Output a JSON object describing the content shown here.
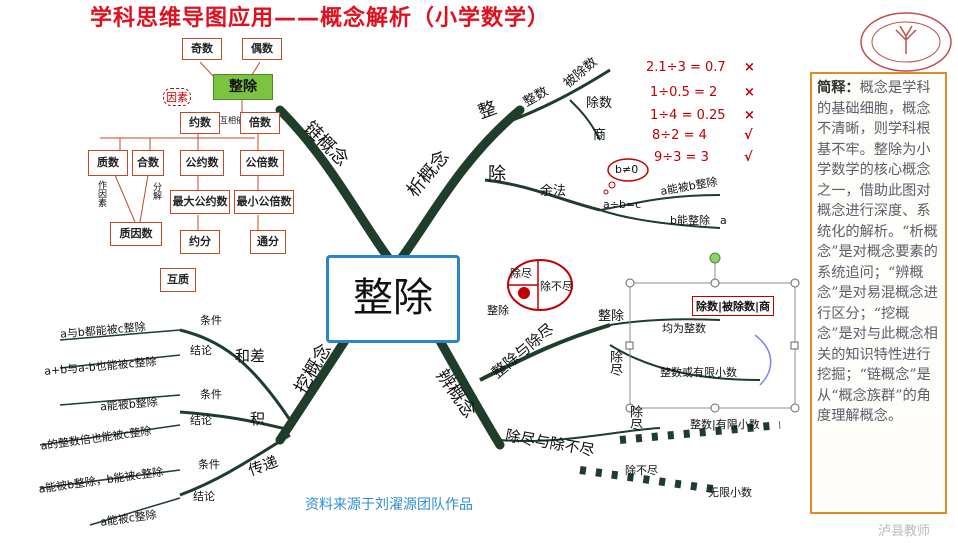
{
  "title": "学科思维导图应用——概念解析（小学数学）",
  "center": "整除",
  "source": "资料来源于刘濯源团队作品",
  "watermark": "泸县教师",
  "note": {
    "heading": "简释：",
    "body": "概念是学科的基础细胞，概念不清晰，则学科根基不牢。整除为小学数学的核心概念之一，借助此图对概念进行深度、系统化的解析。“析概念”是对概念要素的系统追问；“辨概念”是对易混概念进行区分；“挖概念”是对与此概念相关的知识特性进行挖掘；“链概念”是从“概念族群”的角度理解概念。"
  },
  "lian": {
    "branch": "链概念",
    "zhengchu": "整除",
    "yinsu": "因素",
    "ji": "奇数",
    "ou": "偶数",
    "yue": "约数",
    "huxiang": "互相依",
    "bei": "倍数",
    "zhi": "质数",
    "he": "合数",
    "zuoyinsu": "作因素",
    "fenjie": "分解",
    "zhiyin": "质因数",
    "gongyue": "公约数",
    "gongbei": "公倍数",
    "zuidagongyue": "最大公约数",
    "zuixiaogongbei": "最小公倍数",
    "yuefen": "约分",
    "tongfen": "通分",
    "huzhi": "互质"
  },
  "xi": {
    "branch": "析概念",
    "zheng": "整",
    "zhengshu": "整数",
    "beichushu": "被除数",
    "chushu": "除数",
    "shang": "商",
    "chu": "除",
    "yufa": "余法",
    "bne0": "b≠0",
    "formula": "a÷b=c",
    "anbei": "a能被b整除",
    "bneng": "b能整除",
    "a": "a",
    "eqs": [
      "2.1÷3 = 0.7",
      "1÷0.5 = 2",
      "1÷4 = 0.25",
      "8÷2 = 4",
      "9÷3 = 3"
    ],
    "marks": [
      "×",
      "×",
      "×",
      "√",
      "√"
    ]
  },
  "bian": {
    "branch": "辨概念",
    "zhengchuyuchujin": "整除与除尽",
    "chujin": "除尽",
    "chubujin": "除不尽",
    "zhengchu": "整除",
    "shangshi": "除数|被除数|商",
    "junweizhengshu": "均为整数",
    "chujin2": "除尽",
    "zhengshuhuoyouxian": "整数或有限小数",
    "chujinyuchubujin": "除尽与除不尽",
    "chujin3": "除尽",
    "zhengshuyouxian": "整数|有限小数",
    "chubujin2": "除不尽",
    "wuxian": "无限小数"
  },
  "wa": {
    "branch": "挖概念",
    "hecha": "和差",
    "ji": "积",
    "chuandi": "传递",
    "tiaojian": "条件",
    "jielun": "结论",
    "c1": "a与b都能被c整除",
    "r1": "a+b与a-b也能被c整除",
    "c2": "a能被b整除",
    "r2": "a的整数倍也能被c整除",
    "c3": "a能被b整除，b能被c整除",
    "r3": "a能被c整除"
  }
}
